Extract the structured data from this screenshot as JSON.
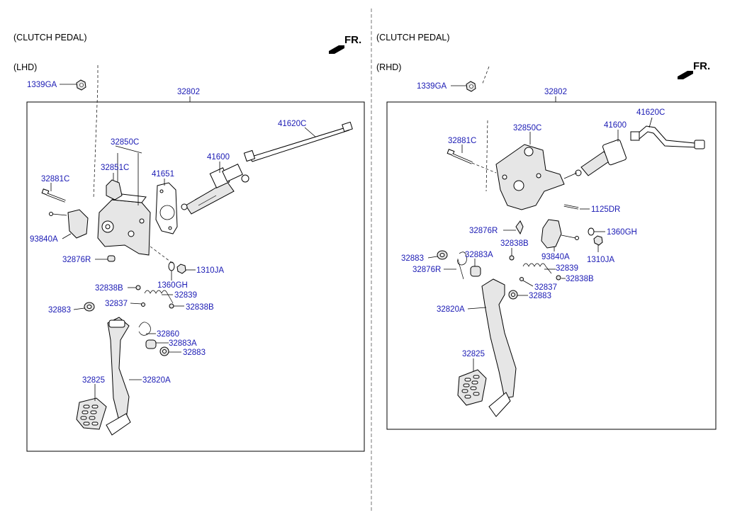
{
  "left_panel": {
    "heading_line1": "(CLUTCH PEDAL)",
    "heading_line2": "(LHD)",
    "fr": "FR.",
    "labels": {
      "p1339GA": "1339GA",
      "p32802": "32802",
      "p41620C": "41620C",
      "p32850C": "32850C",
      "p32851C": "32851C",
      "p41651": "41651",
      "p41600": "41600",
      "p32881C": "32881C",
      "p93840A": "93840A",
      "p32876R": "32876R",
      "p1310JA": "1310JA",
      "p1360GH": "1360GH",
      "p32838B_a": "32838B",
      "p32839": "32839",
      "p32837": "32837",
      "p32838B_b": "32838B",
      "p32883_a": "32883",
      "p32860": "32860",
      "p32883A": "32883A",
      "p32883_b": "32883",
      "p32825": "32825",
      "p32820A": "32820A"
    }
  },
  "right_panel": {
    "heading_line1": "(CLUTCH PEDAL)",
    "heading_line2": "(RHD)",
    "fr": "FR.",
    "labels": {
      "p1339GA": "1339GA",
      "p32802": "32802",
      "p32850C": "32850C",
      "p41600": "41600",
      "p41620C": "41620C",
      "p32881C": "32881C",
      "p1125DR": "1125DR",
      "p32876R_a": "32876R",
      "p1360GH": "1360GH",
      "p32838B_a": "32838B",
      "p93840A": "93840A",
      "p1310JA": "1310JA",
      "p32883_a": "32883",
      "p32883A": "32883A",
      "p32876R_b": "32876R",
      "p32839": "32839",
      "p32838B_b": "32838B",
      "p32837": "32837",
      "p32883_b": "32883",
      "p32820A": "32820A",
      "p32825": "32825"
    }
  }
}
